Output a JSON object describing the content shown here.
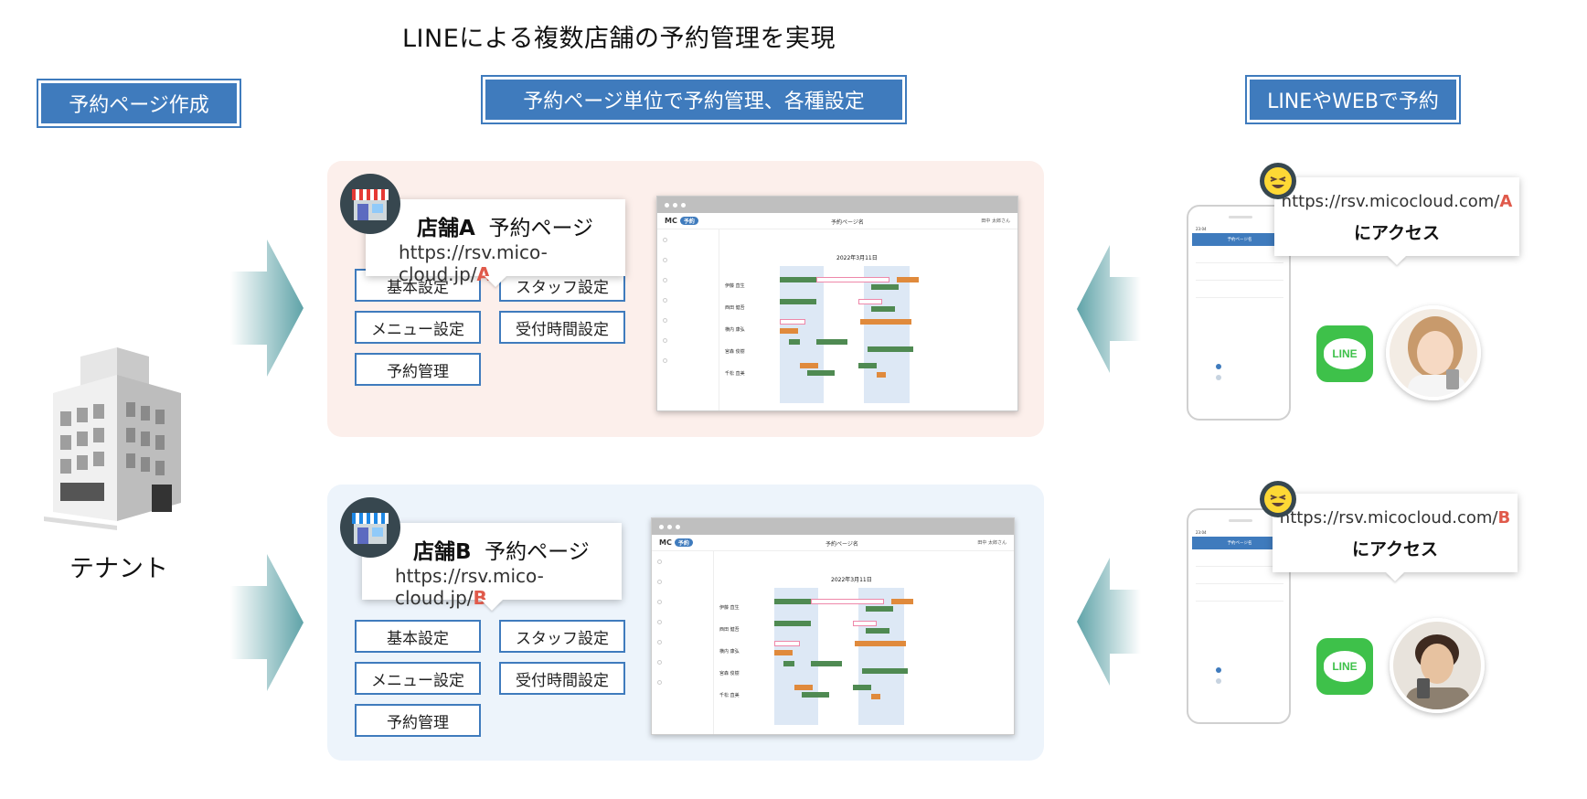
{
  "title": "LINEによる複数店舗の予約管理を実現",
  "labels": {
    "left": "予約ページ作成",
    "center": "予約ページ単位で予約管理、各種設定",
    "right": "LINEやWEBで予約"
  },
  "tenant": "テナント",
  "stores": [
    {
      "name": "店舗A",
      "page": "予約ページ",
      "url_prefix": "https://rsv.mico-cloud.jp/",
      "url_suffix": "A",
      "buttons": [
        "基本設定",
        "スタッフ設定",
        "メニュー設定",
        "受付時間設定",
        "予約管理"
      ]
    },
    {
      "name": "店舗B",
      "page": "予約ページ",
      "url_prefix": "https://rsv.mico-cloud.jp/",
      "url_suffix": "B",
      "buttons": [
        "基本設定",
        "スタッフ設定",
        "メニュー設定",
        "受付時間設定",
        "予約管理"
      ]
    }
  ],
  "access": [
    {
      "url_prefix": "https://rsv.micocloud.com/",
      "url_suffix": "A",
      "text": "にアクセス"
    },
    {
      "url_prefix": "https://rsv.micocloud.com/",
      "url_suffix": "B",
      "text": "にアクセス"
    }
  ],
  "browser": {
    "logo": "MC",
    "logo_pill": "予約",
    "page_title": "予約ページ名",
    "user": "田中 太郎さん",
    "date": "2022年3月11日",
    "staff": [
      "伊藤 直生",
      "西田 健吾",
      "横内 康弘",
      "宮森 俊樹",
      "千松 直美"
    ]
  },
  "phone": {
    "time": "23:04",
    "header": "予約ページ名",
    "line_label": "LINE"
  },
  "colors": {
    "accent_blue": "#3f7bbd",
    "red": "#e05a4b",
    "line_green": "#3ec14a",
    "panel_a": "#fcefeb",
    "panel_b": "#edf4fb"
  }
}
